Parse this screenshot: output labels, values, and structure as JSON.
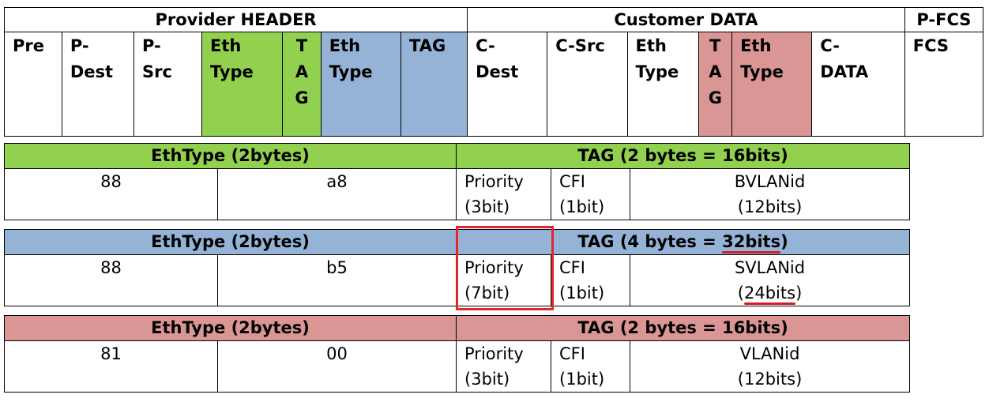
{
  "header": {
    "sections": [
      "Provider HEADER",
      "Customer DATA",
      "P-FCS"
    ],
    "fields": [
      "Pre",
      "P-\nDest",
      "P-\nSrc",
      "Eth\nType",
      "T\nA\nG",
      "Eth\nType",
      "TAG",
      "C-\nDest",
      "C-Src",
      "Eth\nType",
      "T\nA\nG",
      "Eth\nType",
      "C-\nDATA",
      "FCS"
    ]
  },
  "rows": [
    {
      "ethtype_label": "EthType (2bytes)",
      "tag_label_pre": "TAG (2 bytes = ",
      "tag_label_hl": "16bits",
      "tag_label_post": ")",
      "b1": "88",
      "b2": "a8",
      "priority": "Priority",
      "priority_bits": "(3bit)",
      "cfi": "CFI",
      "cfi_bits": "(1bit)",
      "vlan": "BVLANid",
      "vlan_bits_pre": "(",
      "vlan_bits_hl": "12bits",
      "vlan_bits_post": ")"
    },
    {
      "ethtype_label": "EthType (2bytes)",
      "tag_label_pre": "TAG (4 bytes = ",
      "tag_label_hl": "32bits",
      "tag_label_post": ")",
      "b1": "88",
      "b2": "b5",
      "priority": "Priority",
      "priority_bits": "(7bit)",
      "cfi": "CFI",
      "cfi_bits": "(1bit)",
      "vlan": "SVLANid",
      "vlan_bits_pre": "(",
      "vlan_bits_hl": "24bits",
      "vlan_bits_post": ")"
    },
    {
      "ethtype_label": "EthType (2bytes)",
      "tag_label_pre": "TAG (2 bytes = ",
      "tag_label_hl": "16bits",
      "tag_label_post": ")",
      "b1": "81",
      "b2": "00",
      "priority": "Priority",
      "priority_bits": "(3bit)",
      "cfi": "CFI",
      "cfi_bits": "(1bit)",
      "vlan": "VLANid",
      "vlan_bits_pre": "(",
      "vlan_bits_hl": "12bits",
      "vlan_bits_post": ")"
    }
  ],
  "colors": {
    "green": "#92d050",
    "blue": "#95b3d7",
    "red": "#da9694",
    "highlight": "#e3262d"
  }
}
